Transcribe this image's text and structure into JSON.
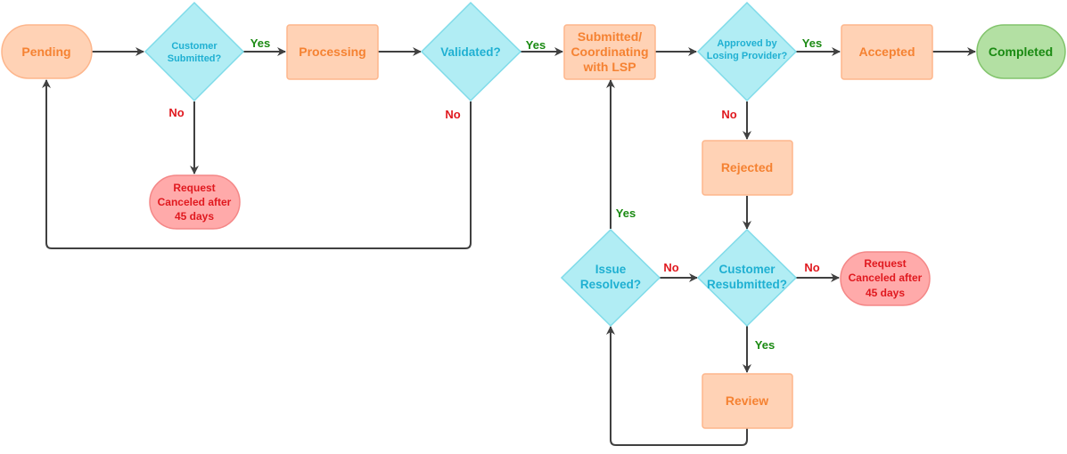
{
  "nodes": {
    "pending": "Pending",
    "customer_submitted": [
      "Customer",
      "Submitted?"
    ],
    "processing": "Processing",
    "validated": "Validated?",
    "submitted_coord": [
      "Submitted/",
      "Coordinating",
      "with LSP"
    ],
    "approved_losing": [
      "Approved by",
      "Losing Provider?"
    ],
    "accepted": "Accepted",
    "completed": "Completed",
    "canceled_left": [
      "Request",
      "Canceled after",
      "45 days"
    ],
    "rejected": "Rejected",
    "issue_resolved": [
      "Issue",
      "Resolved?"
    ],
    "customer_resubmitted": [
      "Customer",
      "Resubmitted?"
    ],
    "canceled_right": [
      "Request",
      "Canceled after",
      "45 days"
    ],
    "review": "Review"
  },
  "edge_labels": {
    "yes": "Yes",
    "no": "No"
  },
  "colors": {
    "process_fill": "#ffd2b5",
    "process_stroke": "#fdb68c",
    "process_text": "#f58232",
    "decision_fill": "#b1edf4",
    "decision_stroke": "#7fdbe9",
    "decision_text": "#1fb0d2",
    "cancel_fill": "#ffaaaa",
    "cancel_stroke": "#f48787",
    "cancel_text": "#e0191f",
    "complete_fill": "#b3e0a3",
    "complete_stroke": "#82c46c",
    "complete_text": "#1a8a12",
    "edge": "#404040"
  }
}
